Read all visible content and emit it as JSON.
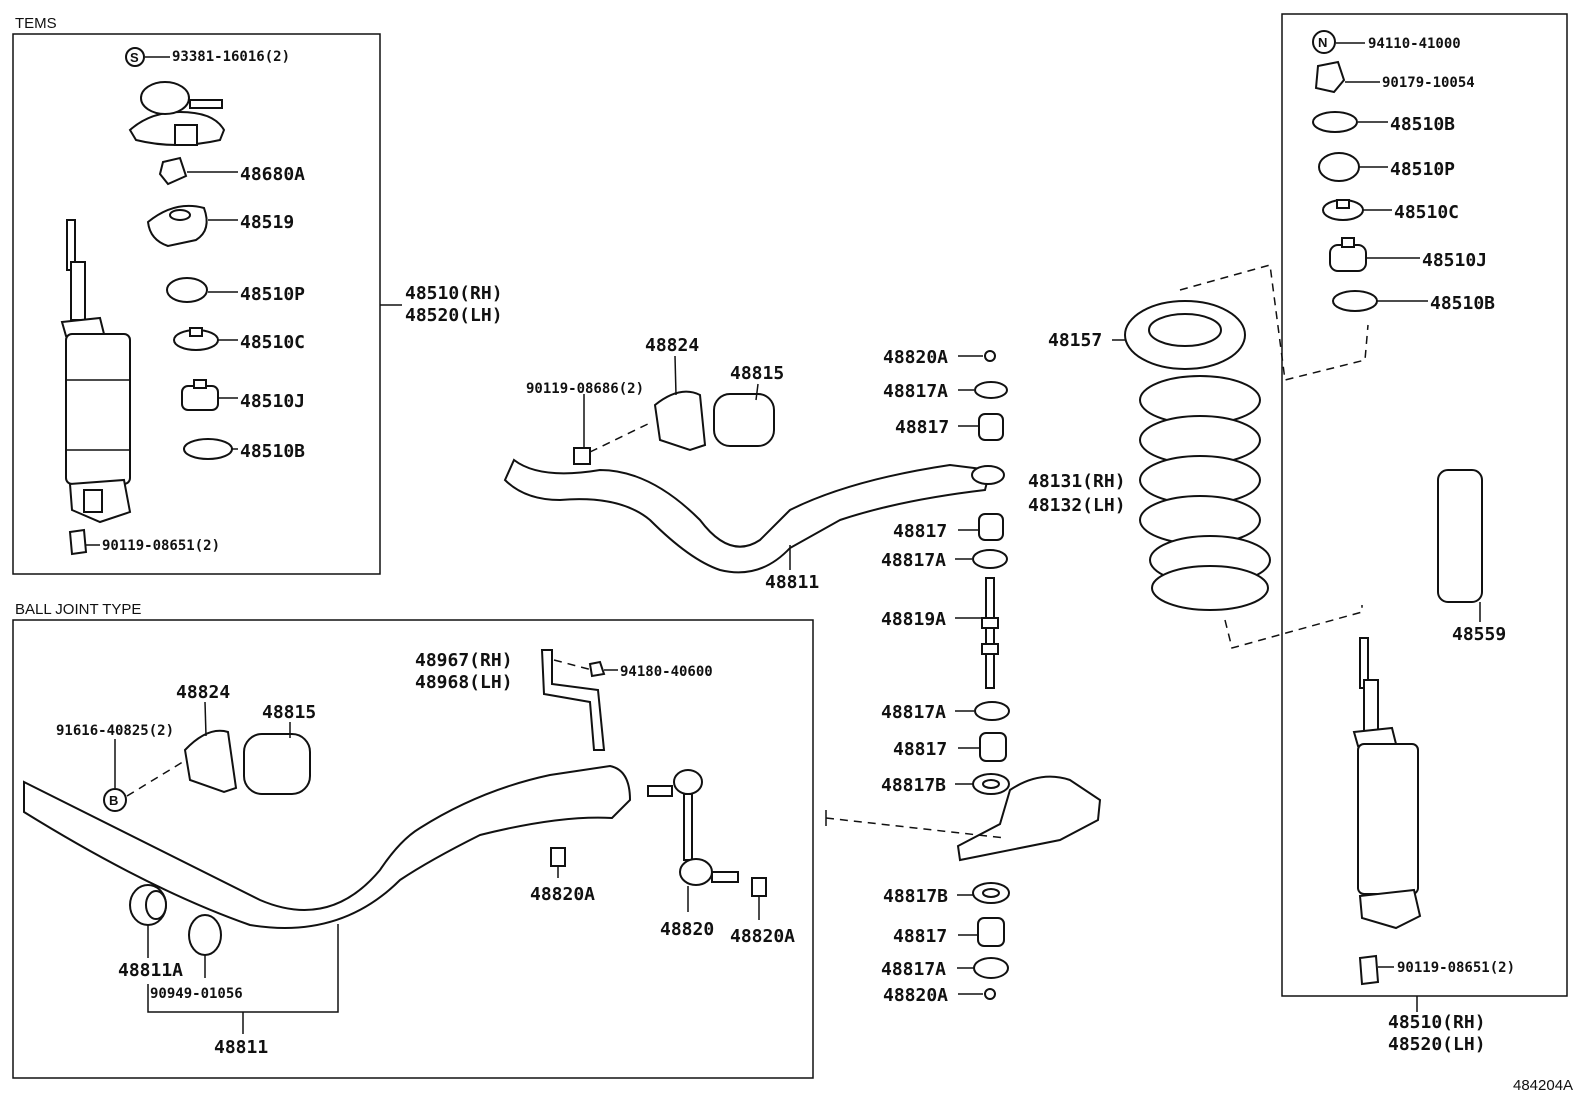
{
  "sections": {
    "tems": "TEMS",
    "ball_joint": "BALL JOINT TYPE"
  },
  "labels": {
    "tems_bolt": "93381-16016(2)",
    "tems_48680a": "48680A",
    "tems_48519": "48519",
    "tems_48510p": "48510P",
    "tems_48510c": "48510C",
    "tems_48510j": "48510J",
    "tems_48510b": "48510B",
    "tems_bolt_lower": "90119-08651(2)",
    "tems_assy_rh": "48510(RH)",
    "tems_assy_lh": "48520(LH)",
    "top_48824": "48824",
    "top_48815": "48815",
    "top_bolt": "90119-08686(2)",
    "top_48811": "48811",
    "col_48820a_top": "48820A",
    "col_48817a_1": "48817A",
    "col_48817_1": "48817",
    "col_48817_2": "48817",
    "col_48817a_2": "48817A",
    "col_48819a": "48819A",
    "col_48817a_3": "48817A",
    "col_48817_3": "48817",
    "col_48817b_1": "48817B",
    "col_48817b_2": "48817B",
    "col_48817_4": "48817",
    "col_48817a_4": "48817A",
    "col_48820a_bot": "48820A",
    "spring_seat": "48157",
    "spring_rh": "48131(RH)",
    "spring_lh": "48132(LH)",
    "r_94110": "94110-41000",
    "r_90179": "90179-10054",
    "r_48510b_1": "48510B",
    "r_48510p": "48510P",
    "r_48510c": "48510C",
    "r_48510j": "48510J",
    "r_48510b_2": "48510B",
    "r_48559": "48559",
    "r_bolt_lower": "90119-08651(2)",
    "r_assy_rh": "48510(RH)",
    "r_assy_lh": "48520(LH)",
    "bj_48967": "48967(RH)",
    "bj_48968": "48968(LH)",
    "bj_94180": "94180-40600",
    "bj_48824": "48824",
    "bj_48815": "48815",
    "bj_91616": "91616-40825(2)",
    "bj_48820a_1": "48820A",
    "bj_48820": "48820",
    "bj_48820a_2": "48820A",
    "bj_48811a": "48811A",
    "bj_90949": "90949-01056",
    "bj_48811": "48811",
    "doc_code": "484204A"
  },
  "tags": {
    "s": "S",
    "n": "N",
    "b": "B"
  }
}
